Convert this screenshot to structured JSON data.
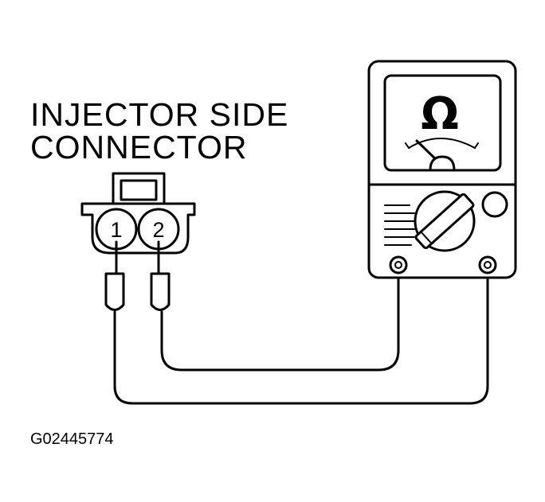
{
  "diagram": {
    "title_line1": "INJECTOR SIDE",
    "title_line2": "CONNECTOR",
    "pin1_label": "1",
    "pin2_label": "2",
    "meter_symbol": "Ω",
    "figure_code": "G02445774"
  }
}
